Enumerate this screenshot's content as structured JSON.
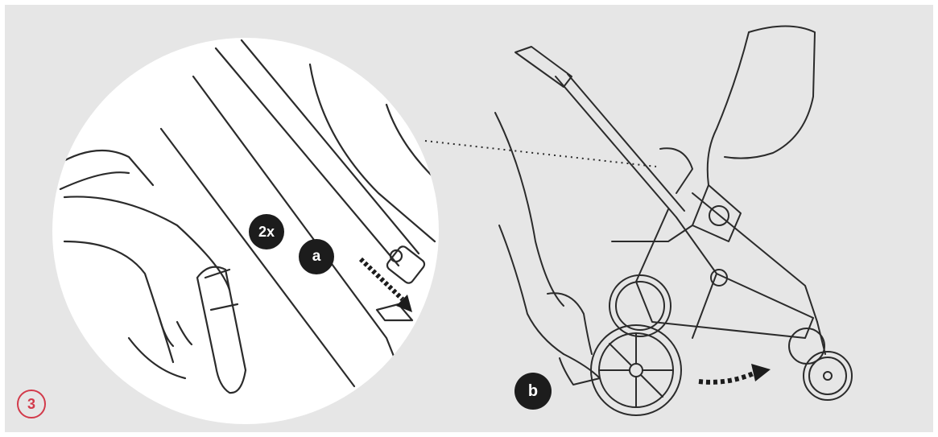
{
  "step": {
    "number": "3",
    "accent_color": "#d23a4a"
  },
  "callouts": {
    "repeat": "2x",
    "label_a": "a",
    "label_b": "b"
  },
  "colors": {
    "background": "#e6e6e6",
    "detail_circle": "#ffffff",
    "badge": "#1c1c1c",
    "line_art": "#2b2b2b"
  },
  "icons": {
    "push_arrow": "dashed-arrow-down-right",
    "roll_arrow": "dashed-arrow-right"
  }
}
